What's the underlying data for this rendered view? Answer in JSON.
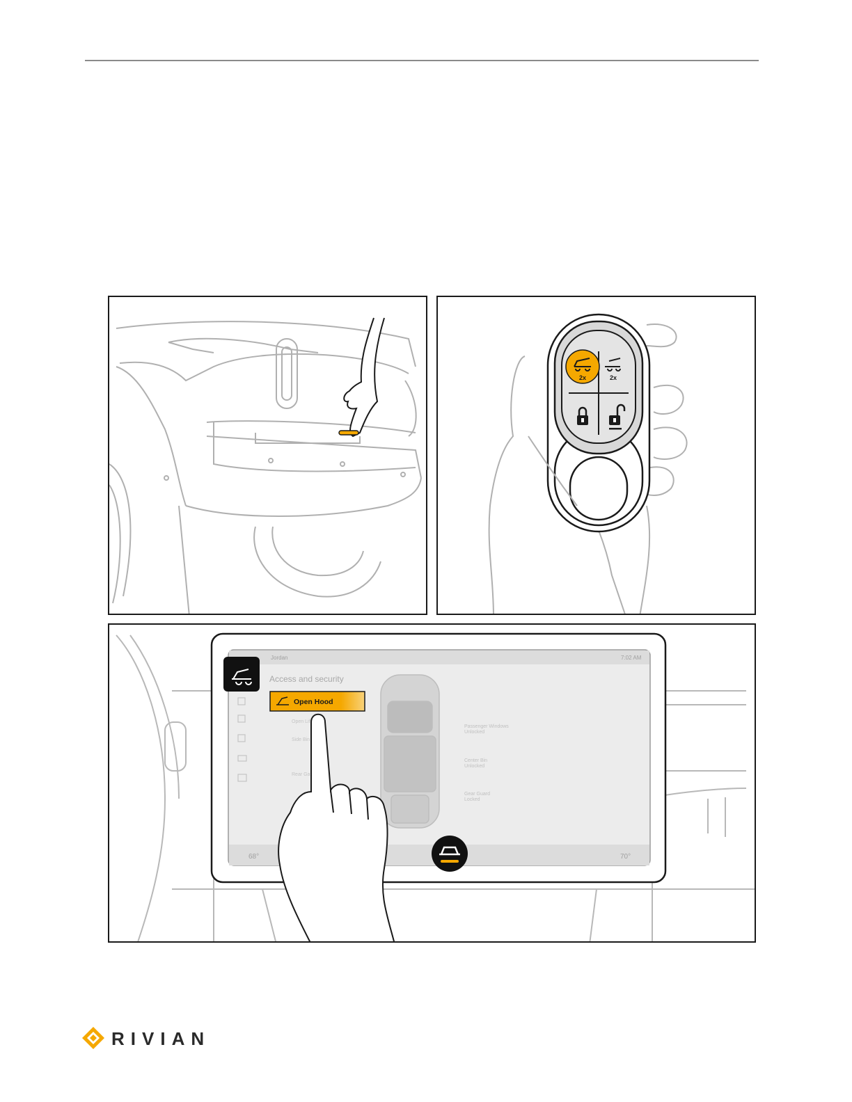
{
  "brand": {
    "wordmark": "RIVIAN",
    "accent_color": "#f5a800"
  },
  "figures": {
    "fob": {
      "buttons": [
        {
          "name": "frunk",
          "icon": "frunk-open-icon",
          "badge": "2x",
          "active": true
        },
        {
          "name": "liftgate",
          "icon": "liftgate-open-icon",
          "badge": "2x",
          "active": false
        },
        {
          "name": "lock",
          "icon": "lock-icon",
          "badge": "",
          "active": false
        },
        {
          "name": "unlock",
          "icon": "unlock-icon",
          "badge": "",
          "active": false
        }
      ]
    },
    "screen": {
      "status_bar": {
        "profile": "Jordan",
        "time": "7:02 AM"
      },
      "section_title": "Access and security",
      "highlighted_action": "Open Hood",
      "menu_items": [
        "Open Liftgate",
        "Side Bin",
        "Rear Gate"
      ],
      "right_items": [
        {
          "label": "Passenger Windows",
          "sub": "Unlocked"
        },
        {
          "label": "Center Bin",
          "sub": "Unlocked"
        },
        {
          "label": "Gear Guard",
          "sub": "Locked"
        }
      ],
      "temps": {
        "left": "68°",
        "right": "70°"
      }
    }
  }
}
